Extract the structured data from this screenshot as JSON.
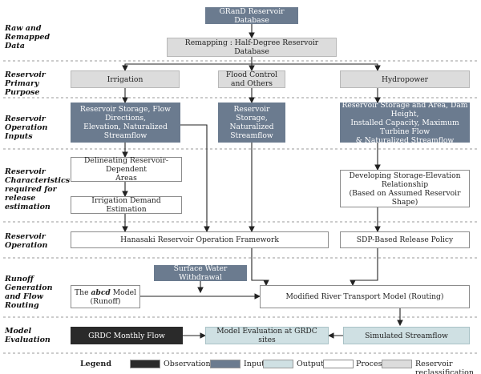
{
  "row_labels": [
    [
      "Raw and",
      "Remapped Data"
    ],
    [
      "Reservoir",
      "Primary Purpose"
    ],
    [
      "Reservoir",
      "Operation Inputs"
    ],
    [
      "Reservoir",
      "Characteristics",
      "required for",
      "release estimation"
    ],
    [
      "Reservoir",
      "Operation"
    ],
    [
      "Runoff",
      "Generation and",
      "Flow Routing"
    ],
    [
      "Model",
      "Evaluation"
    ]
  ],
  "boxes": {
    "grand": "GRanD Reservoir Database",
    "remap": "Remapping : Half-Degree Reservoir Database",
    "irrigation": "Irrigation",
    "flood": "Flood Control and Others",
    "hydro": "Hydropower",
    "irr_inputs": [
      "Reservoir Storage, Flow Directions,",
      "Elevation, Naturalized Streamflow"
    ],
    "flood_inputs": [
      "Reservoir Storage,",
      "Naturalized Streamflow"
    ],
    "hydro_inputs": [
      "Reservoir Storage and Area, Dam Height,",
      "Installed Capacity, Maximum Turbine Flow",
      "& Naturalized Streamflow"
    ],
    "delineate": [
      "Delineating Reservoir-Dependent",
      "Areas"
    ],
    "irr_demand": "Irrigation Demand Estimation",
    "storage_elev": [
      "Developing Storage-Elevation Relationship",
      "(Based on Assumed Reservoir Shape)"
    ],
    "hanasaki": "Hanasaki Reservoir Operation Framework",
    "sdp": "SDP-Based Release Policy",
    "surface_water": "Surface Water Withdrawal",
    "abcd_italic": "abcd",
    "abcd_pre": "The ",
    "abcd_post": " Model",
    "abcd_line2": "(Runoff)",
    "mrtm": "Modified River Transport Model (Routing)",
    "grdc": "GRDC Monthly Flow",
    "model_eval": "Model Evaluation at GRDC sites",
    "sim": "Simulated Streamflow"
  },
  "legend": {
    "title": "Legend",
    "items": [
      {
        "label": "Observation",
        "color": "#2a2a2a"
      },
      {
        "label": "Input",
        "color": "#6b7b8f"
      },
      {
        "label": "Output",
        "color": "#cfe0e3"
      },
      {
        "label": "Process",
        "color": "#ffffff"
      },
      {
        "label": "Reservoir reclassification",
        "color": "#dcdcdc"
      }
    ]
  }
}
